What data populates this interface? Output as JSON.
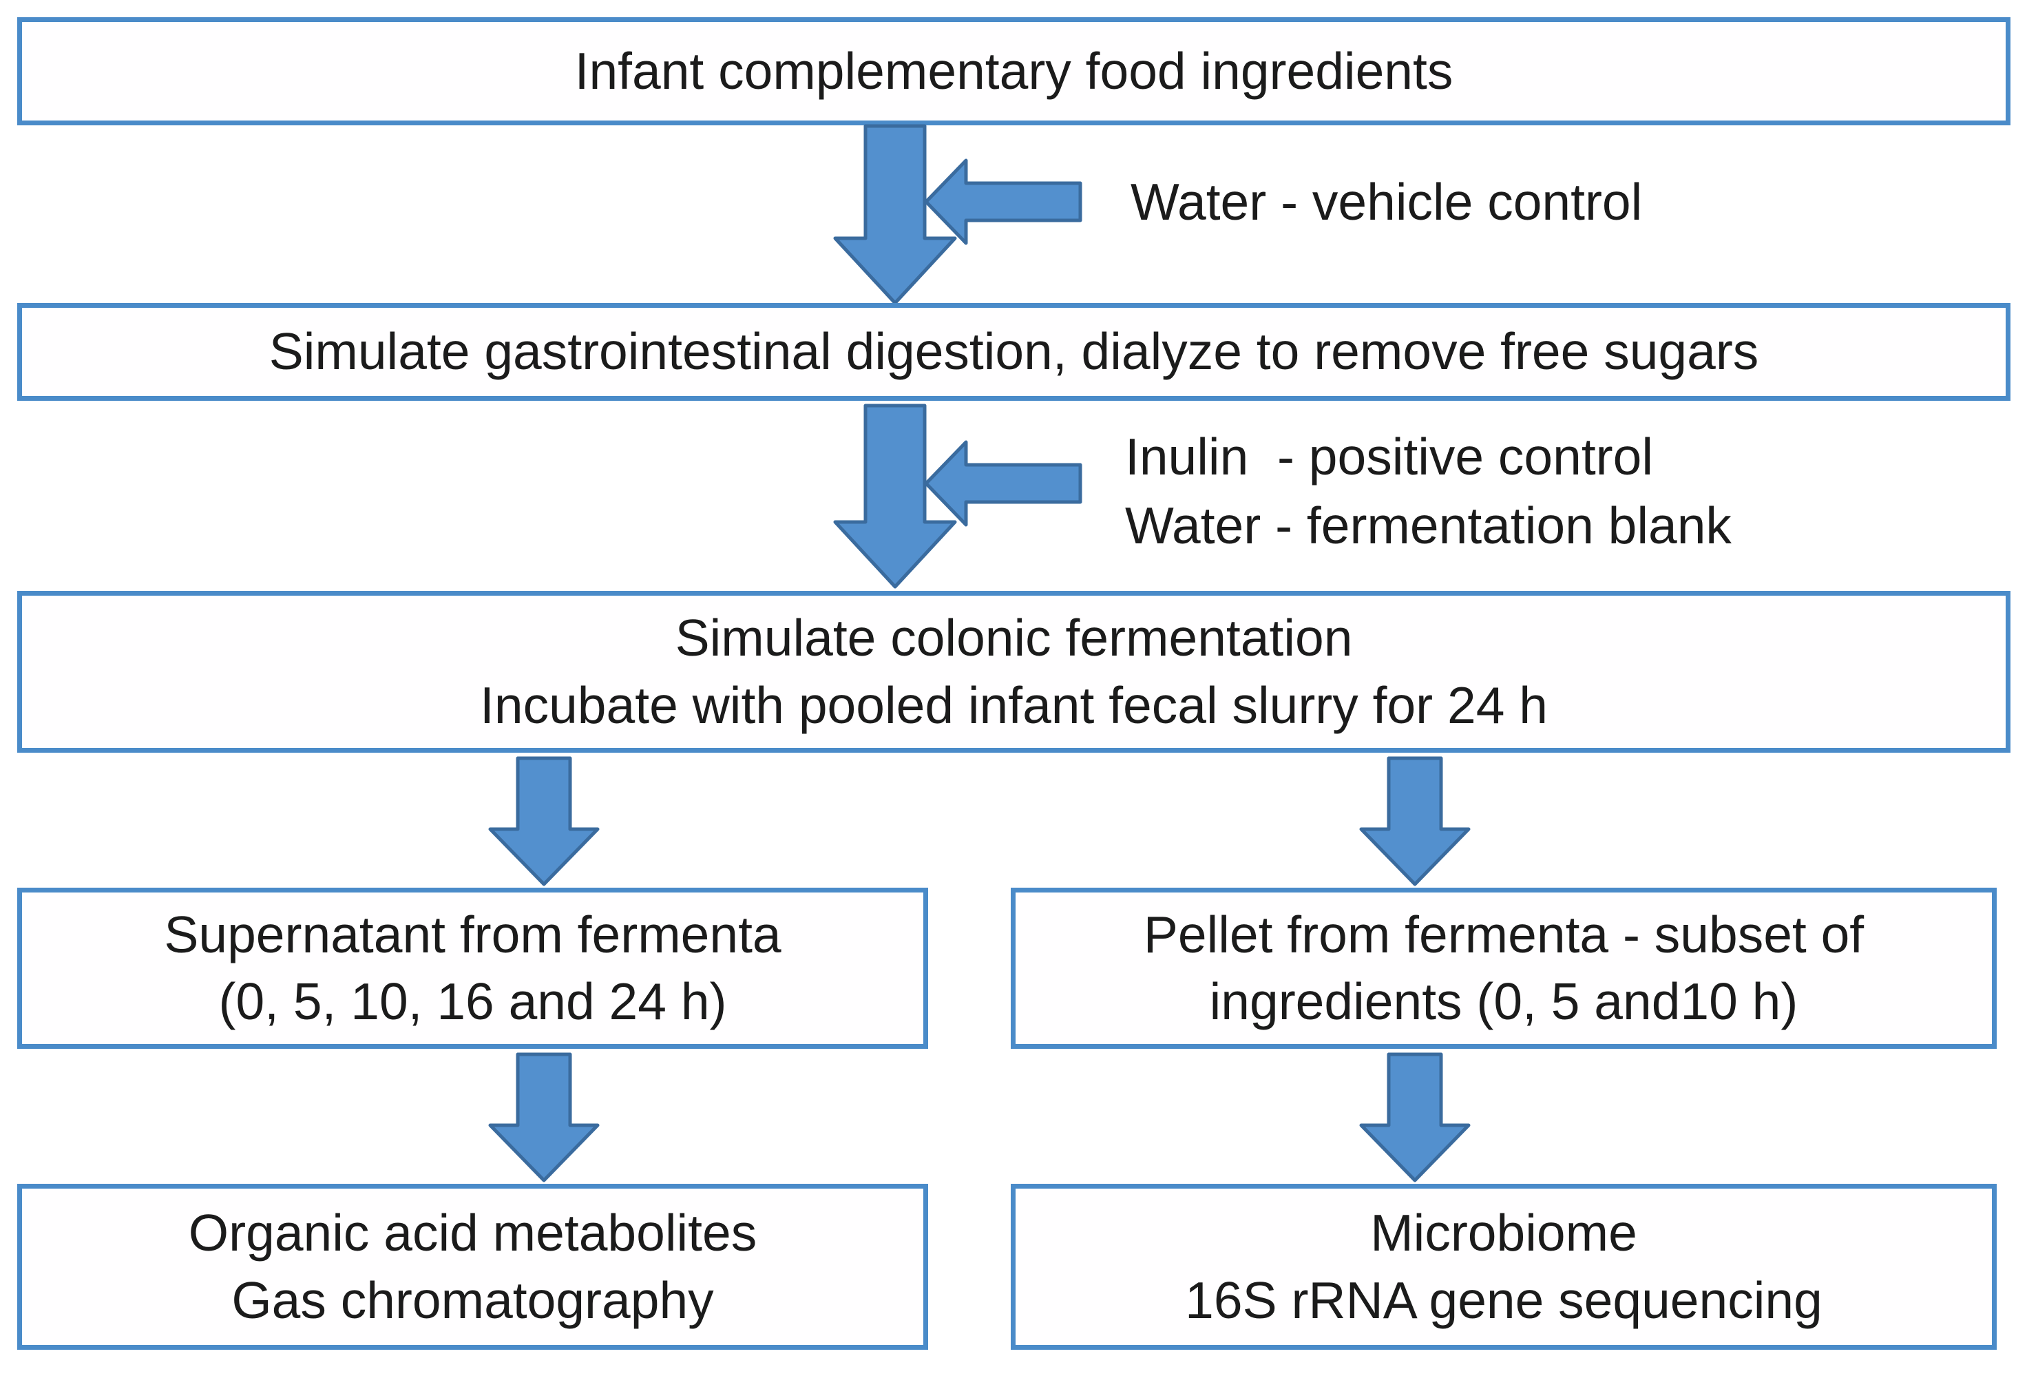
{
  "flowchart": {
    "title_context": "Infant complementary food fermentation workflow",
    "colors": {
      "background": "#ffffff",
      "box_border": "#4a8bc9",
      "arrow_fill": "#5390ce",
      "arrow_stroke": "#3a6b9e",
      "text": "#1b1b1b"
    },
    "boxes": [
      {
        "id": "infant-food-ingredients",
        "lines": [
          "Infant complementary food ingredients"
        ]
      },
      {
        "id": "gastrointestinal-digestion",
        "lines": [
          "Simulate gastrointestinal digestion, dialyze to remove free sugars"
        ]
      },
      {
        "id": "colonic-fermentation",
        "lines": [
          "Simulate colonic fermentation",
          "Incubate with pooled infant fecal slurry for 24 h"
        ]
      },
      {
        "id": "supernatant",
        "lines": [
          "Supernatant from fermenta",
          "(0, 5, 10, 16 and 24 h)"
        ]
      },
      {
        "id": "pellet",
        "lines": [
          "Pellet from fermenta - subset of",
          "ingredients (0, 5 and10 h)"
        ]
      },
      {
        "id": "organic-acid-metabolites",
        "lines": [
          "Organic acid metabolites",
          "Gas chromatography"
        ]
      },
      {
        "id": "microbiome",
        "lines": [
          "Microbiome",
          "16S rRNA gene sequencing"
        ]
      }
    ],
    "annotations": [
      {
        "id": "vehicle-control",
        "lines": [
          "Water - vehicle control"
        ]
      },
      {
        "id": "fermentation-controls",
        "lines": [
          "Inulin  - positive control",
          "Water - fermentation blank"
        ]
      }
    ]
  }
}
